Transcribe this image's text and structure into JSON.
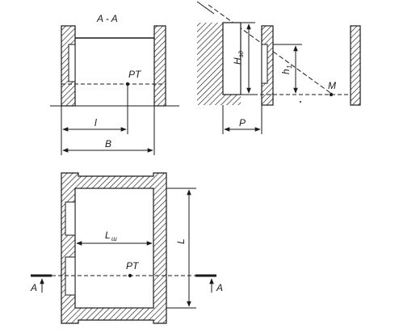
{
  "diagram": {
    "section_label": "A - A",
    "reference_point": "PT",
    "point_m": "M",
    "dim_l_small": "l",
    "dim_b": "B",
    "dim_p": "P",
    "dim_h_main": "H",
    "dim_h_main_sub": "зд",
    "dim_h1_main": "h",
    "dim_h1_sub": "1",
    "dim_lw_main": "L",
    "dim_lw_sub": "ш",
    "dim_l_big": "L",
    "section_marker_left": "A",
    "section_marker_right": "A"
  }
}
